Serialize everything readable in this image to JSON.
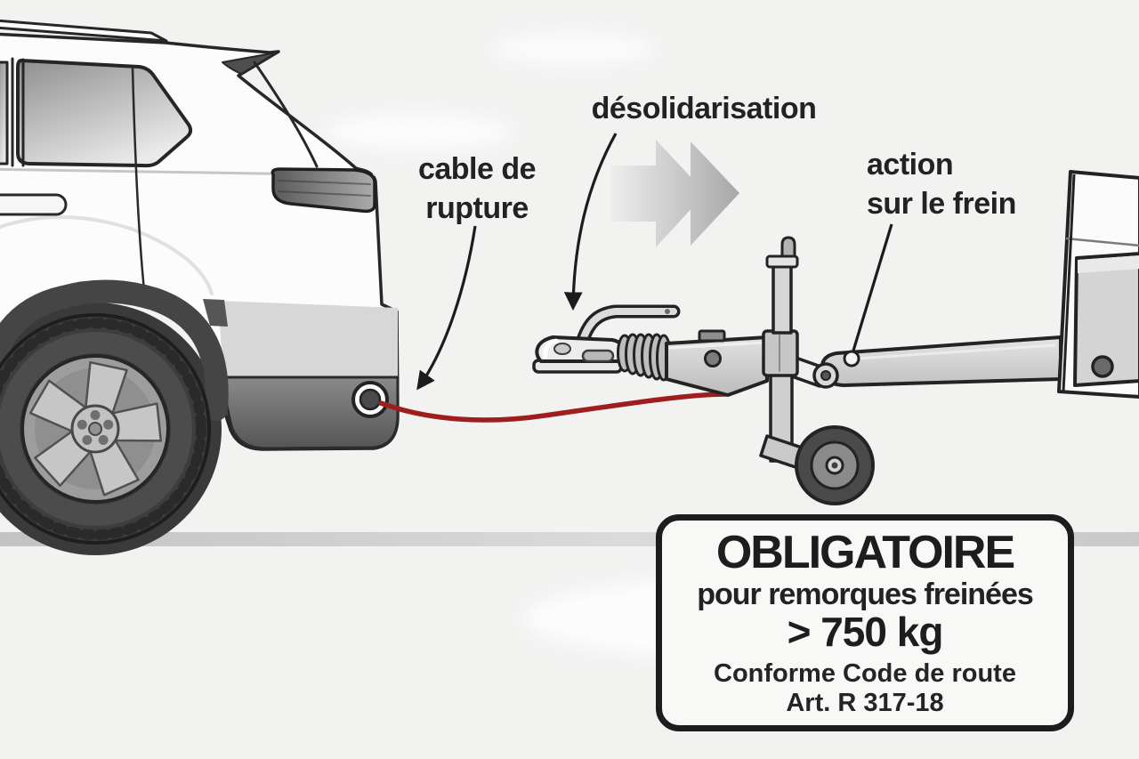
{
  "scene": {
    "description": "Trailer breakaway-cable safety diagram (hitch detaches, cable pulls trailer brake)",
    "background_color": "#f2f2f1",
    "outline_color": "#232323",
    "cable_color": "#9e1e1e",
    "ground_color": "#cccccc",
    "arrow_gray": "#b0b0b0"
  },
  "labels": {
    "cable": {
      "line1": "cable de",
      "line2": "rupture"
    },
    "desolidarisation": "désolidarisation",
    "action": {
      "line1": "action",
      "line2": "sur le frein"
    }
  },
  "info_box": {
    "title": "OBLIGATOIRE",
    "subtitle": "pour remorques freinées",
    "weight": "> 750 kg",
    "compliance": "Conforme Code de route",
    "article": "Art. R 317-18"
  },
  "icons": {
    "detach_direction": "double-chevron-right"
  }
}
